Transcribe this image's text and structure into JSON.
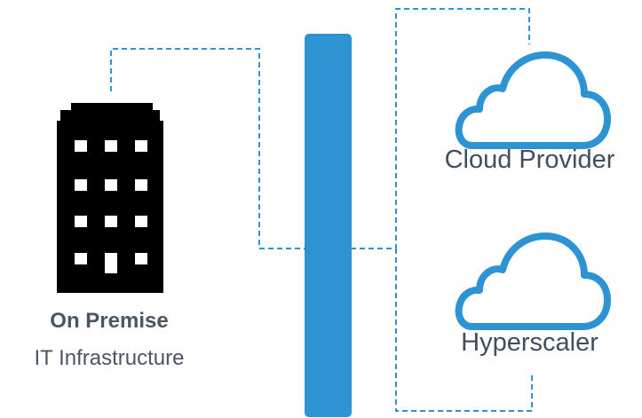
{
  "colors": {
    "accent": "#2e93d3",
    "connector": "#2e93d3",
    "building": "#000000",
    "text": "#4a5663"
  },
  "on_premise": {
    "title": "On Premise",
    "subtitle": "IT Infrastructure",
    "icon": "office-building-icon"
  },
  "clouds": [
    {
      "label": "Cloud Provider",
      "icon": "cloud-icon"
    },
    {
      "label": "Hyperscaler",
      "icon": "cloud-icon"
    }
  ]
}
